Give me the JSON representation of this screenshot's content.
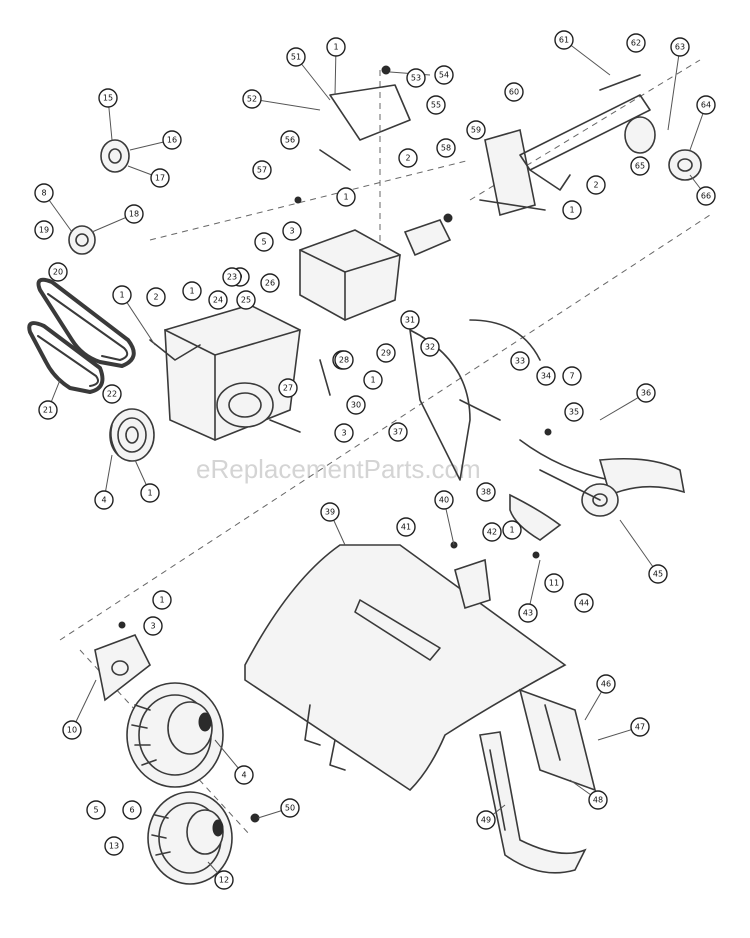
{
  "watermark": "eReplacementParts.com",
  "callouts": [
    "1",
    "1",
    "1",
    "1",
    "1",
    "1",
    "1",
    "1",
    "1",
    "2",
    "2",
    "2",
    "3",
    "3",
    "3",
    "4",
    "4",
    "5",
    "5",
    "6",
    "7",
    "8",
    "9",
    "10",
    "11",
    "12",
    "13",
    "14",
    "15",
    "16",
    "17",
    "18",
    "19",
    "20",
    "21",
    "22",
    "23",
    "24",
    "25",
    "26",
    "27",
    "28",
    "29",
    "30",
    "31",
    "32",
    "33",
    "34",
    "35",
    "36",
    "37",
    "38",
    "39",
    "40",
    "41",
    "42",
    "43",
    "44",
    "45",
    "46",
    "47",
    "48",
    "49",
    "50",
    "51",
    "52",
    "53",
    "54",
    "55",
    "56",
    "57",
    "58",
    "59",
    "60",
    "61",
    "62",
    "63",
    "64",
    "65",
    "66"
  ]
}
